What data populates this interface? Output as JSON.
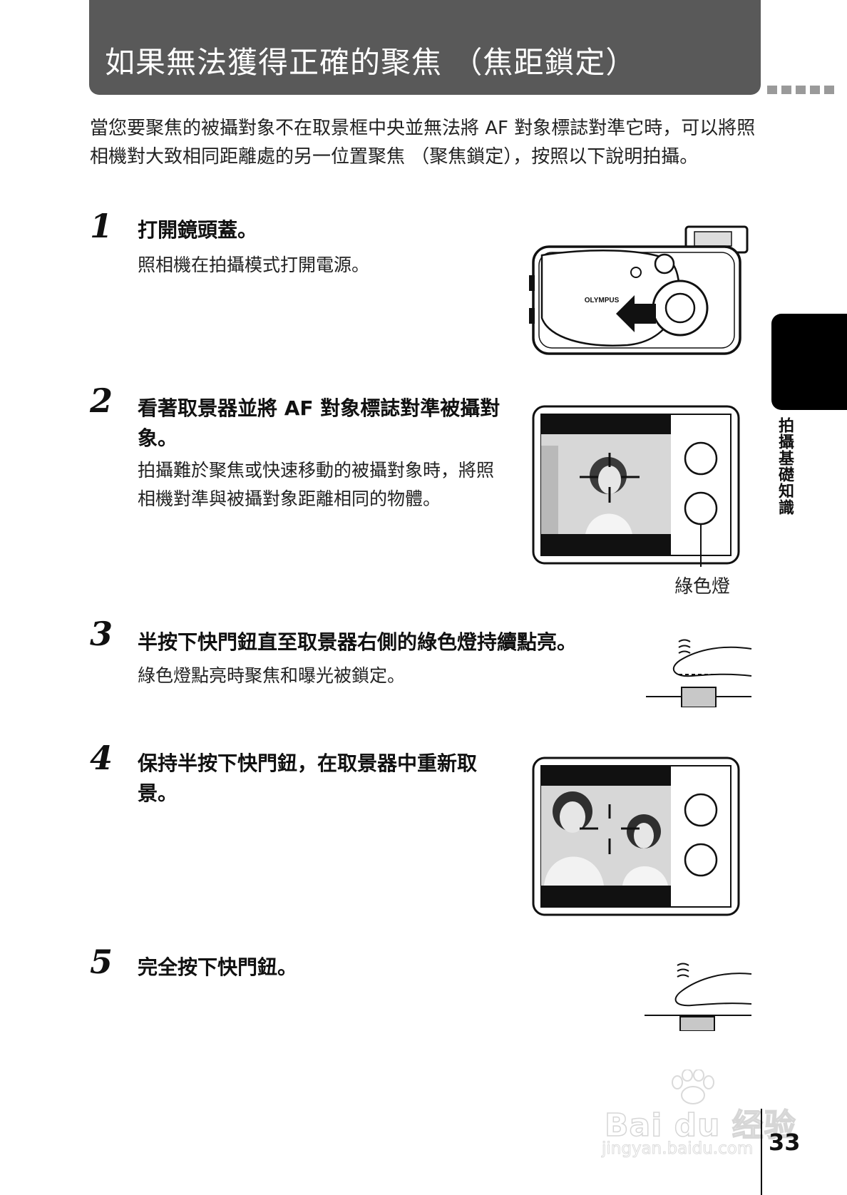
{
  "header": {
    "title": "如果無法獲得正確的聚焦 （焦距鎖定）"
  },
  "intro": "當您要聚焦的被攝對象不在取景框中央並無法將 AF 對象標誌對準它時，可以將照相機對大致相同距離處的另一位置聚焦 （聚焦鎖定），按照以下說明拍攝。",
  "steps": [
    {
      "number": "1",
      "title": "打開鏡頭蓋。",
      "description": "照相機在拍攝模式打開電源。"
    },
    {
      "number": "2",
      "title": "看著取景器並將 AF 對象標誌對準被攝對象。",
      "description": "拍攝難於聚焦或快速移動的被攝對象時，將照相機對準與被攝對象距離相同的物體。"
    },
    {
      "number": "3",
      "title": "半按下快門鈕直至取景器右側的綠色燈持續點亮。",
      "description": "綠色燈點亮時聚焦和曝光被鎖定。"
    },
    {
      "number": "4",
      "title": "保持半按下快門鈕，在取景器中重新取景。",
      "description": ""
    },
    {
      "number": "5",
      "title": "完全按下快門鈕。",
      "description": ""
    }
  ],
  "figures": {
    "camera_brand": "OLYMPUS",
    "green_lamp_label": "綠色燈"
  },
  "sidebar": {
    "section_label": "拍攝基礎知識"
  },
  "footer": {
    "page_number": "33",
    "watermark_brand": "Bai du 经验",
    "watermark_url": "jingyan.baidu.com"
  },
  "colors": {
    "title_bar": "#595959",
    "tab": "#000000",
    "button_gray": "#c8c8c8"
  }
}
